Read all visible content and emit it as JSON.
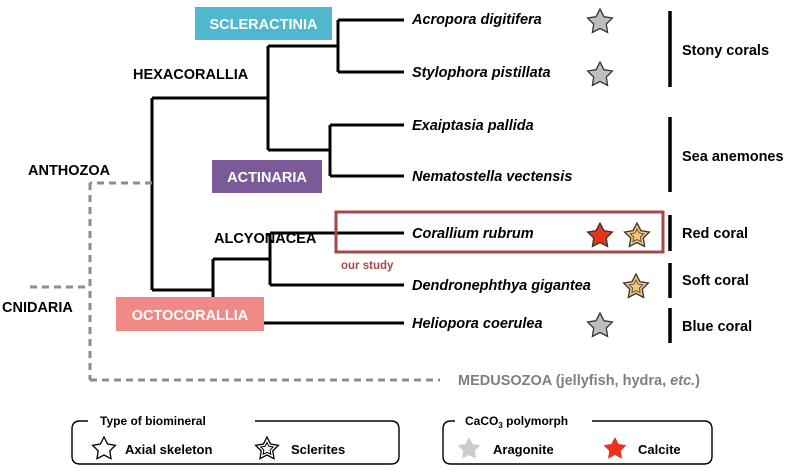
{
  "clades": {
    "scleractinia": "SCLERACTINIA",
    "hexacorallia": "HEXACORALLIA",
    "anthozoa": "ANTHOZOA",
    "actinaria": "ACTINARIA",
    "alcyonacea": "ALCYONACEA",
    "cnidaria": "CNIDARIA",
    "octocorallia": "OCTOCORALLIA"
  },
  "species": [
    {
      "name": "Acropora digitifera",
      "markers": [
        "aragonite-axial"
      ]
    },
    {
      "name": "Stylophora pistillata",
      "markers": [
        "aragonite-axial"
      ]
    },
    {
      "name": "Exaiptasia pallida",
      "markers": []
    },
    {
      "name": "Nematostella vectensis",
      "markers": []
    },
    {
      "name": "Corallium rubrum",
      "markers": [
        "calcite-axial",
        "calcite-sclerite"
      ]
    },
    {
      "name": "Dendronephthya gigantea",
      "markers": [
        "calcite-sclerite"
      ]
    },
    {
      "name": "Heliopora coerulea",
      "markers": [
        "aragonite-axial"
      ]
    }
  ],
  "groups": {
    "stony": "Stony corals",
    "anemones": "Sea anemones",
    "red": "Red coral",
    "soft": "Soft coral",
    "blue": "Blue coral"
  },
  "highlight_label": "our study",
  "medusozoa": {
    "prefix": "MEDUSOZOA (jellyfish, hydra, ",
    "etc": "etc.",
    "suffix": ")"
  },
  "legend": {
    "biomineral": {
      "title": "Type of biomineral",
      "axial": "Axial skeleton",
      "sclerites": "Sclerites"
    },
    "polymorph": {
      "title_main": "CaCO",
      "title_sub": "3",
      "title_rest": " polymorph",
      "aragonite": "Aragonite",
      "calcite": "Calcite"
    }
  },
  "colors": {
    "scleractinia": "#4fb7ce",
    "actinaria": "#7a5a99",
    "octocorallia": "#f08a86",
    "highlight_box": "#a34a47",
    "aragonite": "#bdbdbd",
    "calcite": "#e5341b",
    "sclerite_fill": "#f6c77a",
    "dashed": "#8c8c8c"
  }
}
